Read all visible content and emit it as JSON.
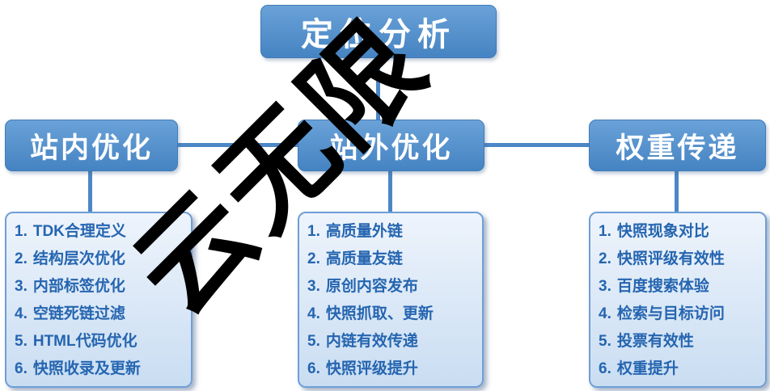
{
  "diagram": {
    "root": {
      "label": "定位分析"
    },
    "branches": [
      {
        "label": "站内优化",
        "items": [
          "TDK合理定义",
          "结构层次优化",
          "内部标签优化",
          "空链死链过滤",
          "HTML代码优化",
          "快照收录及更新"
        ]
      },
      {
        "label": "站外优化",
        "items": [
          "高质量外链",
          "高质量友链",
          "原创内容发布",
          "快照抓取、更新",
          "内链有效传递",
          "快照评级提升"
        ]
      },
      {
        "label": "权重传递",
        "items": [
          "快照现象对比",
          "快照评级有效性",
          "百度搜索体验",
          "检索与目标访问",
          "投票有效性",
          "权重提升"
        ]
      }
    ],
    "watermark": "云无限",
    "colors": {
      "node_blue": "#4b87c6",
      "panel_border": "#6f9ed6",
      "panel_bg_top": "#eef4fc",
      "panel_bg_bottom": "#c9ddf2",
      "item_text": "#2565b0",
      "line": "#4b87c6",
      "watermark": "#000000"
    }
  }
}
